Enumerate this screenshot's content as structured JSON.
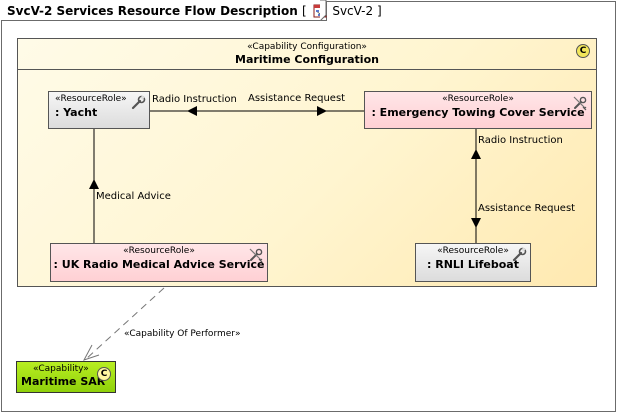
{
  "diagram": {
    "title": "SvcV-2 Services Resource Flow Description",
    "ref_open": "[",
    "ref_name": "SvcV-2",
    "ref_close": "]"
  },
  "capability_configuration": {
    "stereotype": "«Capability Configuration»",
    "name": "Maritime Configuration",
    "icon": "capability-icon",
    "badge": "C"
  },
  "resource_roles": [
    {
      "id": "yacht",
      "stereotype": "«ResourceRole»",
      "name": ": Yacht",
      "icon": "wrench-icon"
    },
    {
      "id": "etcs",
      "stereotype": "«ResourceRole»",
      "name": ": Emergency Towing Cover Service",
      "icon": "service-tools-icon"
    },
    {
      "id": "ukrmas",
      "stereotype": "«ResourceRole»",
      "name": ": UK Radio Medical Advice Service",
      "icon": "service-tools-icon"
    },
    {
      "id": "rnli",
      "stereotype": "«ResourceRole»",
      "name": ": RNLI Lifeboat",
      "icon": "wrench-icon"
    }
  ],
  "flows": {
    "radio_instruction_top": "Radio Instruction",
    "assistance_request_top": "Assistance Request",
    "radio_instruction_right": "Radio Instruction",
    "assistance_request_right": "Assistance Request",
    "medical_advice": "Medical Advice"
  },
  "dependency": {
    "label": "«Capability Of Performer»"
  },
  "capability": {
    "stereotype": "«Capability»",
    "name": "Maritime SAR",
    "badge": "C"
  },
  "colors": {
    "config_fill": "#fff5d0",
    "role_pink": "#ffd0d4",
    "role_grey": "#dcdcdc",
    "capability_green": "#9fdc12",
    "line": "#000000",
    "dependency_line": "#777777"
  }
}
